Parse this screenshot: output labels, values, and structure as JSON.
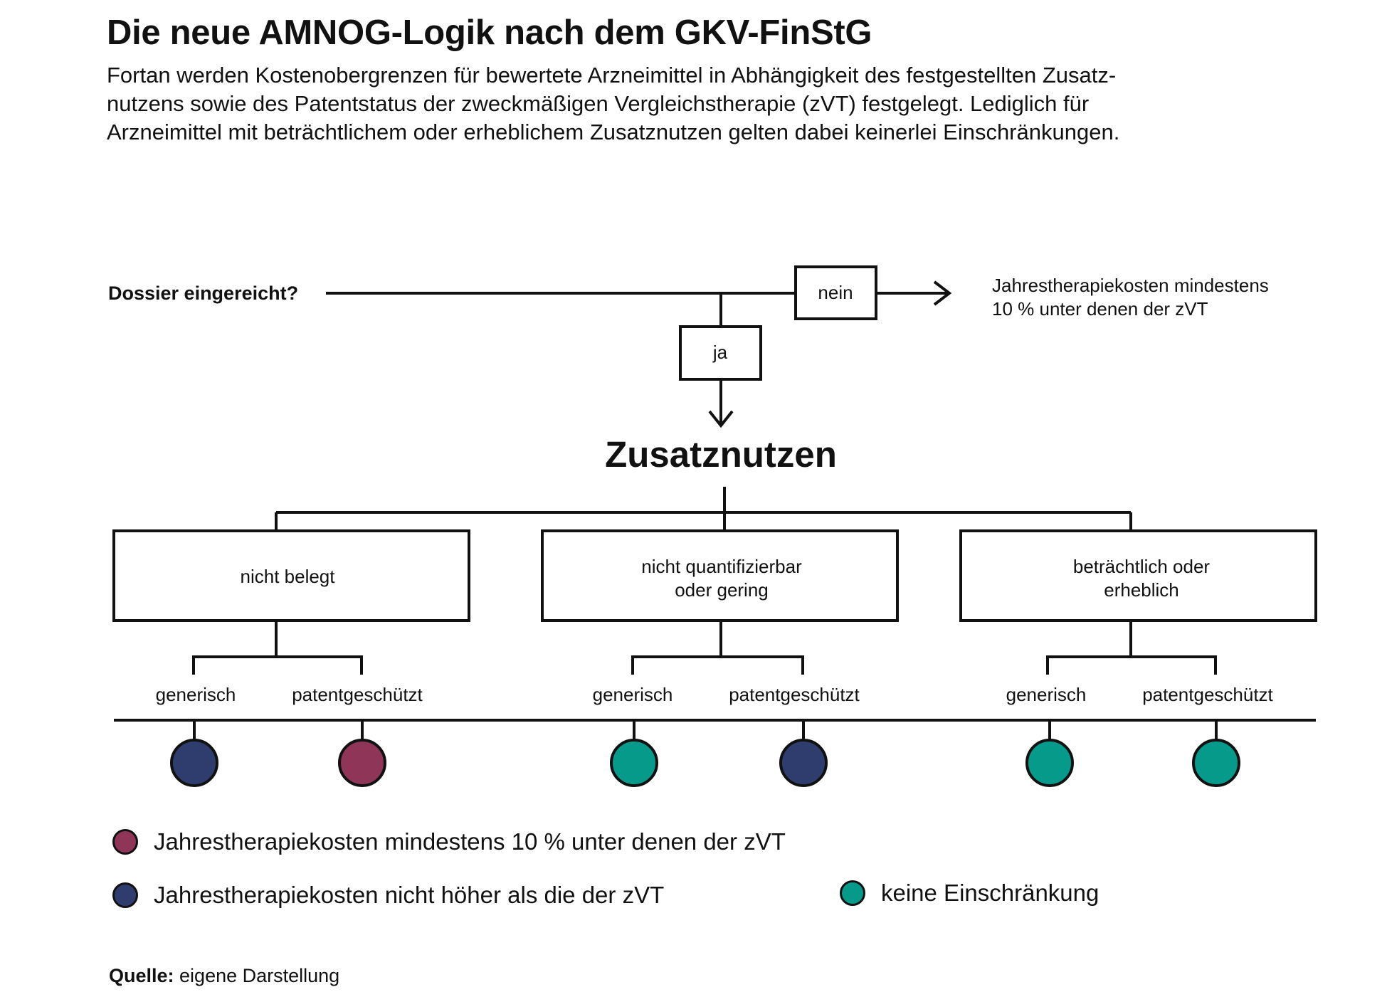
{
  "header": {
    "title": "Die neue AMNOG-Logik nach dem GKV-FinStG",
    "subtitle_lines": [
      "Fortan werden Kostenobergrenzen für bewertete Arzneimittel in Abhängigkeit des festgestellten Zusatz-",
      "nutzens sowie des Patentstatus der zweckmäßigen Vergleichstherapie (zVT) festgelegt. Lediglich für",
      "Arzneimittel mit beträchtlichem oder erheblichem Zusatznutzen gelten dabei keinerlei Einschränkungen."
    ]
  },
  "flow": {
    "question": "Dossier eingereicht?",
    "no_label": "nein",
    "yes_label": "ja",
    "no_outcome_lines": [
      "Jahrestherapiekosten mindestens",
      "10 % unter denen der zVT"
    ],
    "benefit_heading": "Zusatznutzen",
    "categories": [
      {
        "lines": [
          "nicht belegt"
        ],
        "generic_label": "generisch",
        "patent_label": "patentgeschützt",
        "generic_outcome": "blue",
        "patent_outcome": "red"
      },
      {
        "lines": [
          "nicht quantifizierbar",
          "oder gering"
        ],
        "generic_label": "generisch",
        "patent_label": "patentgeschützt",
        "generic_outcome": "teal",
        "patent_outcome": "blue"
      },
      {
        "lines": [
          "beträchtlich oder",
          "erheblich"
        ],
        "generic_label": "generisch",
        "patent_label": "patentgeschützt",
        "generic_outcome": "teal",
        "patent_outcome": "teal"
      }
    ]
  },
  "colors": {
    "red": "#8e3558",
    "blue": "#2f3d6e",
    "teal": "#069a8a",
    "line": "#111111"
  },
  "legend": {
    "red": "Jahrestherapiekosten mindestens 10 % unter denen der zVT",
    "blue": "Jahrestherapiekosten nicht höher als die der zVT",
    "teal": "keine Einschränkung"
  },
  "source": {
    "label": "Quelle:",
    "text": " eigene Darstellung"
  }
}
